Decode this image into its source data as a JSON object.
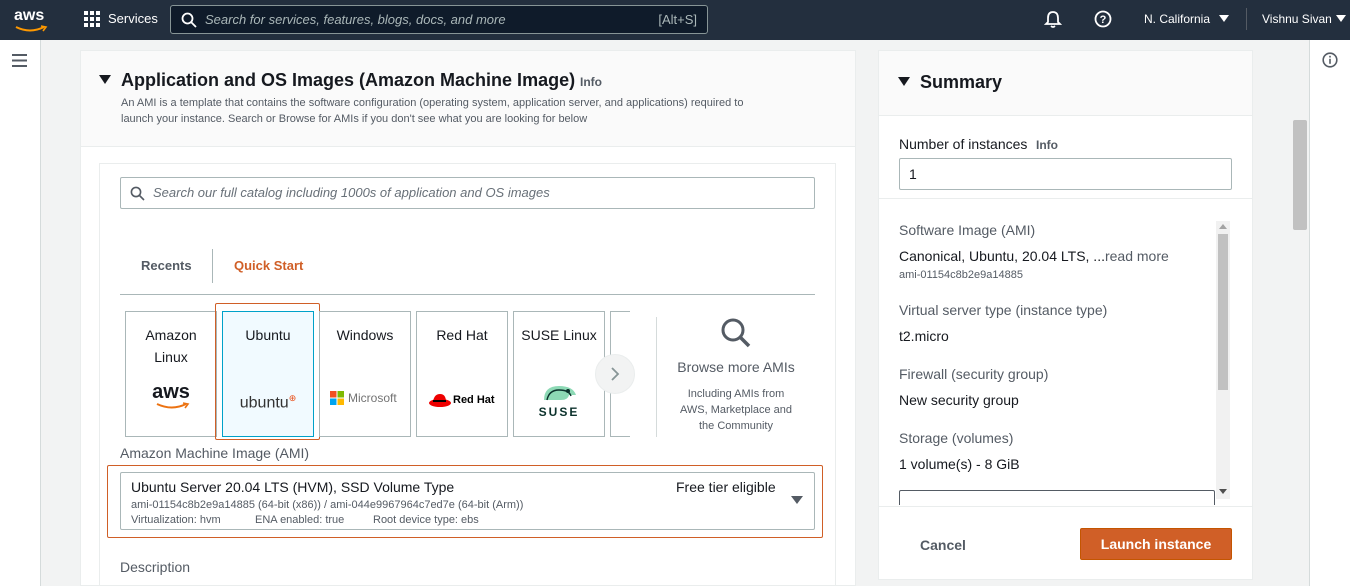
{
  "colors": {
    "nav_bg": "#232f3e",
    "accent": "#ec7211",
    "selected_border": "#d05f27",
    "link": "#545b64",
    "primary_btn": "#d05f27"
  },
  "topnav": {
    "logo": "aws",
    "services_label": "Services",
    "search_placeholder": "Search for services, features, blogs, docs, and more",
    "search_shortcut": "[Alt+S]",
    "region": "N. California",
    "user": "Vishnu Sivan",
    "icons": [
      "grid-icon",
      "search-icon",
      "bell-icon",
      "help-icon",
      "caret-down-icon"
    ]
  },
  "section": {
    "title": "Application and OS Images (Amazon Machine Image)",
    "info_label": "Info",
    "description_line1": "An AMI is a template that contains the software configuration (operating system, application server, and applications) required to",
    "description_line2": "launch your instance. Search or Browse for AMIs if you don't see what you are looking for below",
    "catalog_search_placeholder": "Search our full catalog including 1000s of application and OS images",
    "tabs": [
      {
        "label": "Recents",
        "active": false
      },
      {
        "label": "Quick Start",
        "active": true
      }
    ],
    "tiles": [
      {
        "name_line1": "Amazon",
        "name_line2": "Linux",
        "logo": "aws",
        "selected": false
      },
      {
        "name_line1": "Ubuntu",
        "name_line2": "",
        "logo": "ubuntu",
        "selected": true
      },
      {
        "name_line1": "Windows",
        "name_line2": "",
        "logo": "Microsoft",
        "selected": false
      },
      {
        "name_line1": "Red Hat",
        "name_line2": "",
        "logo": "Red Hat",
        "selected": false
      },
      {
        "name_line1": "SUSE Linux",
        "name_line2": "",
        "logo": "SUSE",
        "selected": false
      }
    ],
    "browse": {
      "title": "Browse more AMIs",
      "line1": "Including AMIs from",
      "line2": "AWS, Marketplace and",
      "line3": "the Community"
    },
    "ami_label": "Amazon Machine Image (AMI)",
    "ami": {
      "name": "Ubuntu Server 20.04 LTS (HVM), SSD Volume Type",
      "badge": "Free tier eligible",
      "ids": "ami-01154c8b2e9a14885 (64-bit (x86)) / ami-044e9967964c7ed7e (64-bit (Arm))",
      "virtualization": "Virtualization: hvm",
      "ena": "ENA enabled: true",
      "root_device": "Root device type: ebs"
    },
    "description_label": "Description"
  },
  "summary": {
    "title": "Summary",
    "instances_label": "Number of instances",
    "instances_info": "Info",
    "instances_value": "1",
    "software_label": "Software Image (AMI)",
    "software_value": "Canonical, Ubuntu, 20.04 LTS, ...",
    "read_more": "read more",
    "software_id": "ami-01154c8b2e9a14885",
    "type_label": "Virtual server type (instance type)",
    "type_value": "t2.micro",
    "firewall_label": "Firewall (security group)",
    "firewall_value": "New security group",
    "storage_label": "Storage (volumes)",
    "storage_value": "1 volume(s) - 8 GiB",
    "cancel_label": "Cancel",
    "launch_label": "Launch instance"
  }
}
